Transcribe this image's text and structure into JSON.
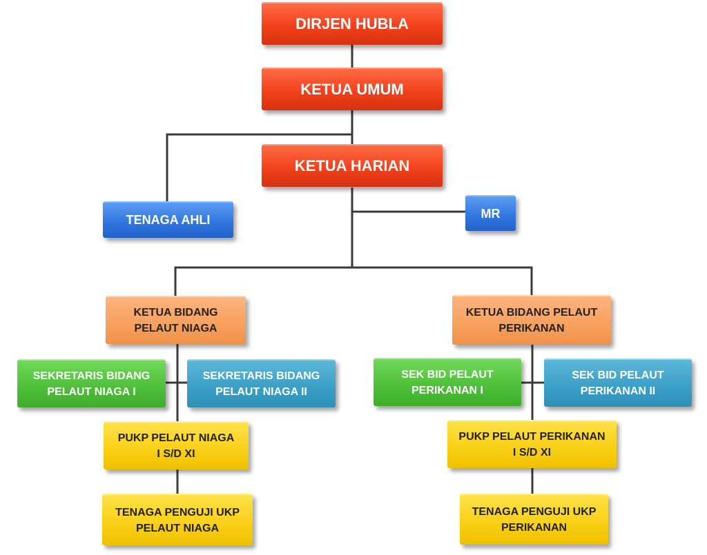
{
  "nodes": {
    "dirjen_hubla": "DIRJEN HUBLA",
    "ketua_umum": "KETUA UMUM",
    "ketua_harian": "KETUA HARIAN",
    "tenaga_ahli": "TENAGA AHLI",
    "mr": "MR",
    "ketua_bidang_niaga": "KETUA BIDANG\nPELAUT NIAGA",
    "ketua_bidang_perikanan": "KETUA BIDANG PELAUT\nPERIKANAN",
    "sekretaris_niaga_1": "SEKRETARIS BIDANG\nPELAUT NIAGA I",
    "sekretaris_niaga_2": "SEKRETARIS BIDANG\nPELAUT NIAGA II",
    "sek_perikanan_1": "SEK BID PELAUT\nPERIKANAN I",
    "sek_perikanan_2": "SEK BID PELAUT\nPERIKANAN II",
    "pukp_niaga": "PUKP PELAUT NIAGA\nI S/D XI",
    "pukp_perikanan": "PUKP PELAUT PERIKANAN\nI S/D XI",
    "penguji_niaga": "TENAGA PENGUJI UKP\nPELAUT NIAGA",
    "penguji_perikanan": "TENAGA PENGUJI UKP\nPERIKANAN"
  },
  "colors": {
    "executive": "#f2411c",
    "advisory": "#2f74de",
    "division_head": "#f7a05e",
    "secretary_1": "#4cbe38",
    "secretary_2": "#3a9ec6",
    "unit": "#f9cf14",
    "connector": "#3a3a3a"
  }
}
